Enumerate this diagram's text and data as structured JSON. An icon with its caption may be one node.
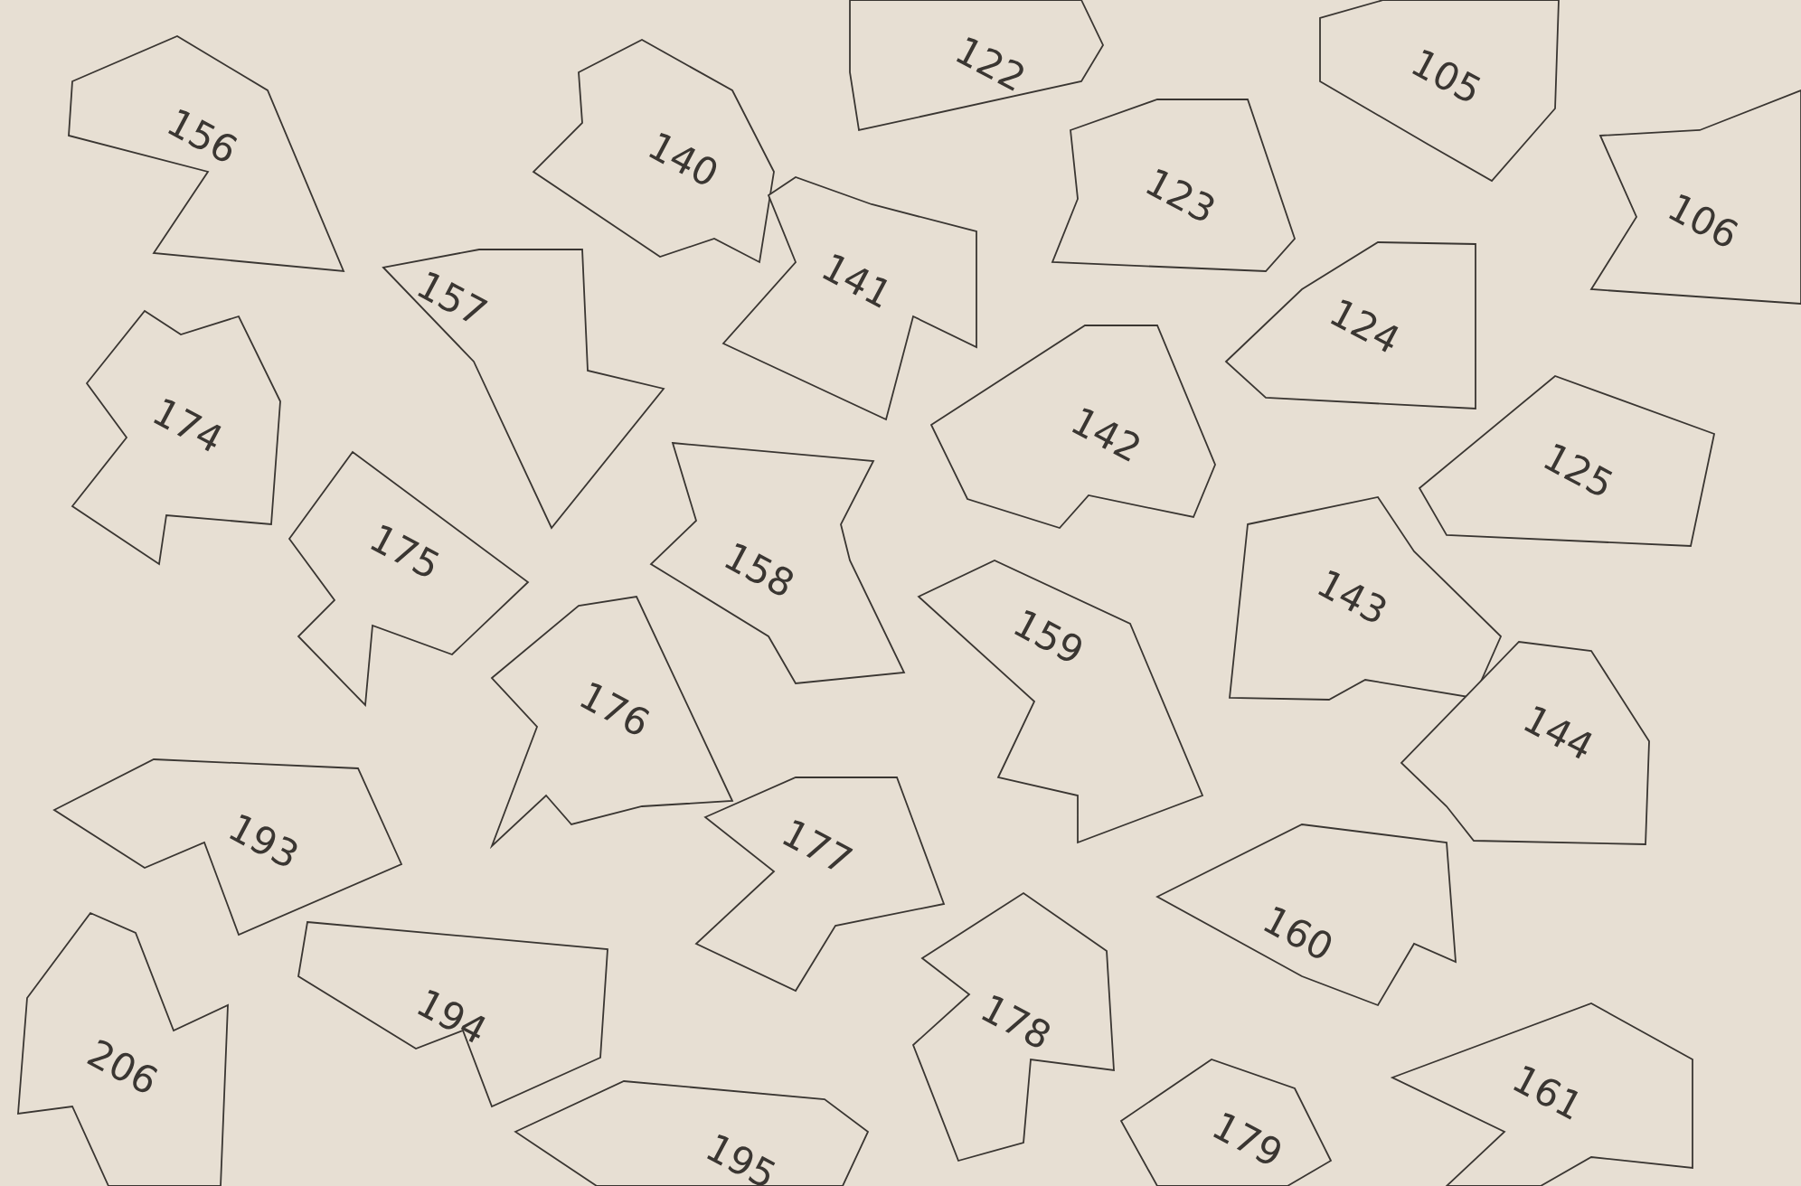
{
  "diagram": {
    "nodes": [
      {
        "text": [
          "156"
        ]
      },
      {
        "text": [
          "140"
        ]
      },
      {
        "text": [
          "122"
        ]
      },
      {
        "text": [
          "105"
        ]
      },
      {
        "text": [
          "106"
        ]
      },
      {
        "text": [
          "123"
        ]
      },
      {
        "text": [
          "141"
        ]
      },
      {
        "text": [
          "157"
        ]
      },
      {
        "text": [
          "124"
        ]
      },
      {
        "text": [
          "142"
        ]
      },
      {
        "text": [
          "174"
        ]
      },
      {
        "text": [
          "125"
        ]
      },
      {
        "text": [
          "175"
        ]
      },
      {
        "text": [
          "158"
        ]
      },
      {
        "text": [
          "143"
        ]
      },
      {
        "text": [
          "159"
        ]
      },
      {
        "text": [
          "176"
        ]
      },
      {
        "text": [
          "144"
        ]
      },
      {
        "text": [
          "193"
        ]
      },
      {
        "text": [
          "177"
        ]
      },
      {
        "text": [
          "160"
        ]
      },
      {
        "text": [
          "194"
        ]
      },
      {
        "text": [
          "178"
        ]
      },
      {
        "text": [
          "206"
        ]
      },
      {
        "text": [
          "161"
        ]
      },
      {
        "text": [
          "179"
        ]
      },
      {
        "text": [
          "195"
        ]
      }
    ]
  }
}
